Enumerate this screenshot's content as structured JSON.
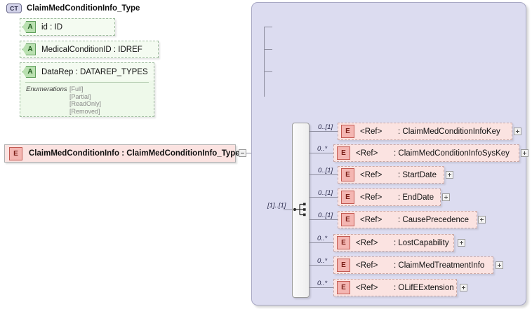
{
  "diagram": {
    "kind": "xsd-schema-diagram",
    "root_element": {
      "icon": "element-icon",
      "icon_label": "E",
      "label": "ClaimMedConditionInfo  :  ClaimMedConditionInfo_Type",
      "toggle": "minus-box"
    },
    "complex_type": {
      "icon_label": "CT",
      "name": "ClaimMedConditionInfo_Type"
    },
    "attributes": [
      {
        "icon_label": "A",
        "label": "id                : ID"
      },
      {
        "icon_label": "A",
        "label": "MedicalConditionID : IDREF"
      },
      {
        "icon_label": "A",
        "label": "DataRep : DATAREP_TYPES",
        "enumerations_label": "Enumerations",
        "enumerations": [
          "[Full]",
          "[Partial]",
          "[ReadOnly]",
          "[Removed]"
        ]
      }
    ],
    "compositor": {
      "type": "sequence",
      "icon": "sequence-icon",
      "cardinality": "[1]..[1]"
    },
    "elements": [
      {
        "cardinality": "0..[1]",
        "icon_label": "E",
        "ref": "<Ref>",
        "name": ": ClaimMedConditionInfoKey",
        "toggle": "plus-box"
      },
      {
        "cardinality": "0..*",
        "icon_label": "E",
        "ref": "<Ref>",
        "name": ": ClaimMedConditionInfoSysKey",
        "toggle": "plus-box"
      },
      {
        "cardinality": "0..[1]",
        "icon_label": "E",
        "ref": "<Ref>",
        "name": ": StartDate",
        "toggle": "plus-box"
      },
      {
        "cardinality": "0..[1]",
        "icon_label": "E",
        "ref": "<Ref>",
        "name": ": EndDate",
        "toggle": "plus-box"
      },
      {
        "cardinality": "0..[1]",
        "icon_label": "E",
        "ref": "<Ref>",
        "name": ": CausePrecedence",
        "toggle": "plus-box"
      },
      {
        "cardinality": "0..*",
        "icon_label": "E",
        "ref": "<Ref>",
        "name": ": LostCapability",
        "toggle": "plus-box"
      },
      {
        "cardinality": "0..*",
        "icon_label": "E",
        "ref": "<Ref>",
        "name": ": ClaimMedTreatmentInfo",
        "toggle": "plus-box"
      },
      {
        "cardinality": "0..*",
        "icon_label": "E",
        "ref": "<Ref>",
        "name": ": OLifEExtension",
        "toggle": "plus-box"
      }
    ],
    "colors": {
      "element_fill": "#fbe3e1",
      "element_tag": "#f4b6b2",
      "attribute_fill": "#f4fbf1",
      "attribute_tag": "#b9e0b0",
      "container_fill": "#dcdcf0",
      "connector": "#8d8d9e"
    }
  }
}
